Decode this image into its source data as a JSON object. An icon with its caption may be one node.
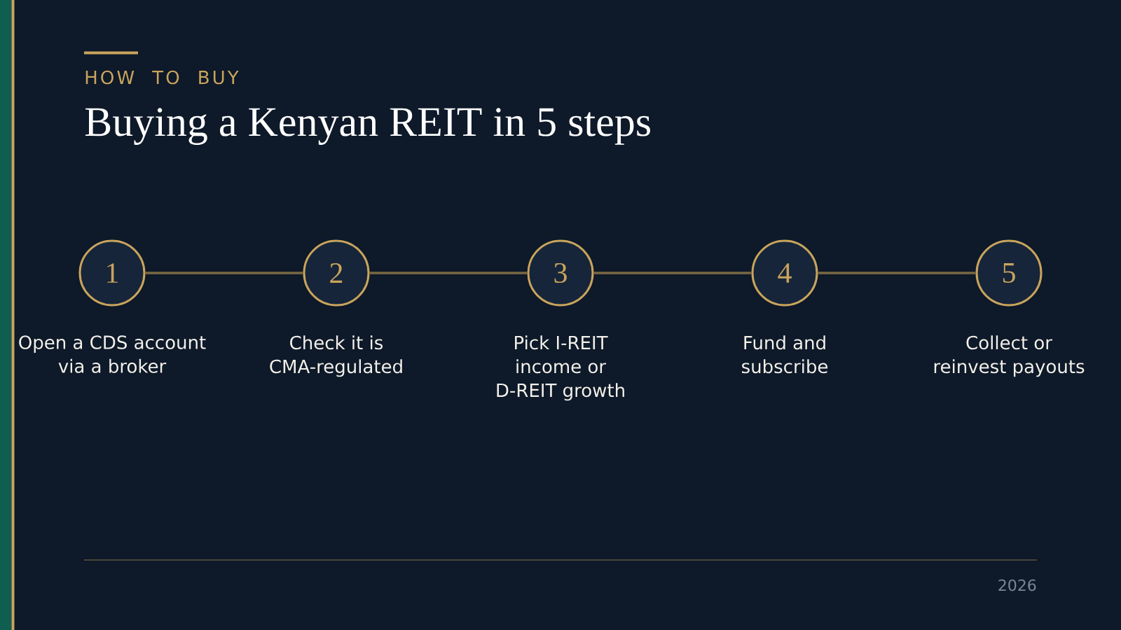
{
  "diagram": {
    "title": "Buying a Kenyan REIT in 5 steps",
    "nodes": [
      {
        "text": [
          "1"
        ],
        "beside": [
          "Open a CDS account via a broker"
        ]
      },
      {
        "text": [
          "2"
        ],
        "beside": [
          "Check it is CMA-regulated"
        ]
      },
      {
        "text": [
          "3"
        ],
        "beside": [
          "Pick I-REIT income or D-REIT growth"
        ]
      },
      {
        "text": [
          "4"
        ],
        "beside": [
          "Fund and subscribe"
        ]
      },
      {
        "text": [
          "5"
        ],
        "beside": [
          "Collect or reinvest payouts"
        ]
      }
    ],
    "edges": [
      {
        "from": 0,
        "to": 1,
        "arrow": "none"
      },
      {
        "from": 1,
        "to": 2,
        "arrow": "none"
      },
      {
        "from": 2,
        "to": 3,
        "arrow": "none"
      },
      {
        "from": 3,
        "to": 4,
        "arrow": "none"
      }
    ],
    "labels": [
      "HOW TO BUY",
      "2026"
    ]
  }
}
